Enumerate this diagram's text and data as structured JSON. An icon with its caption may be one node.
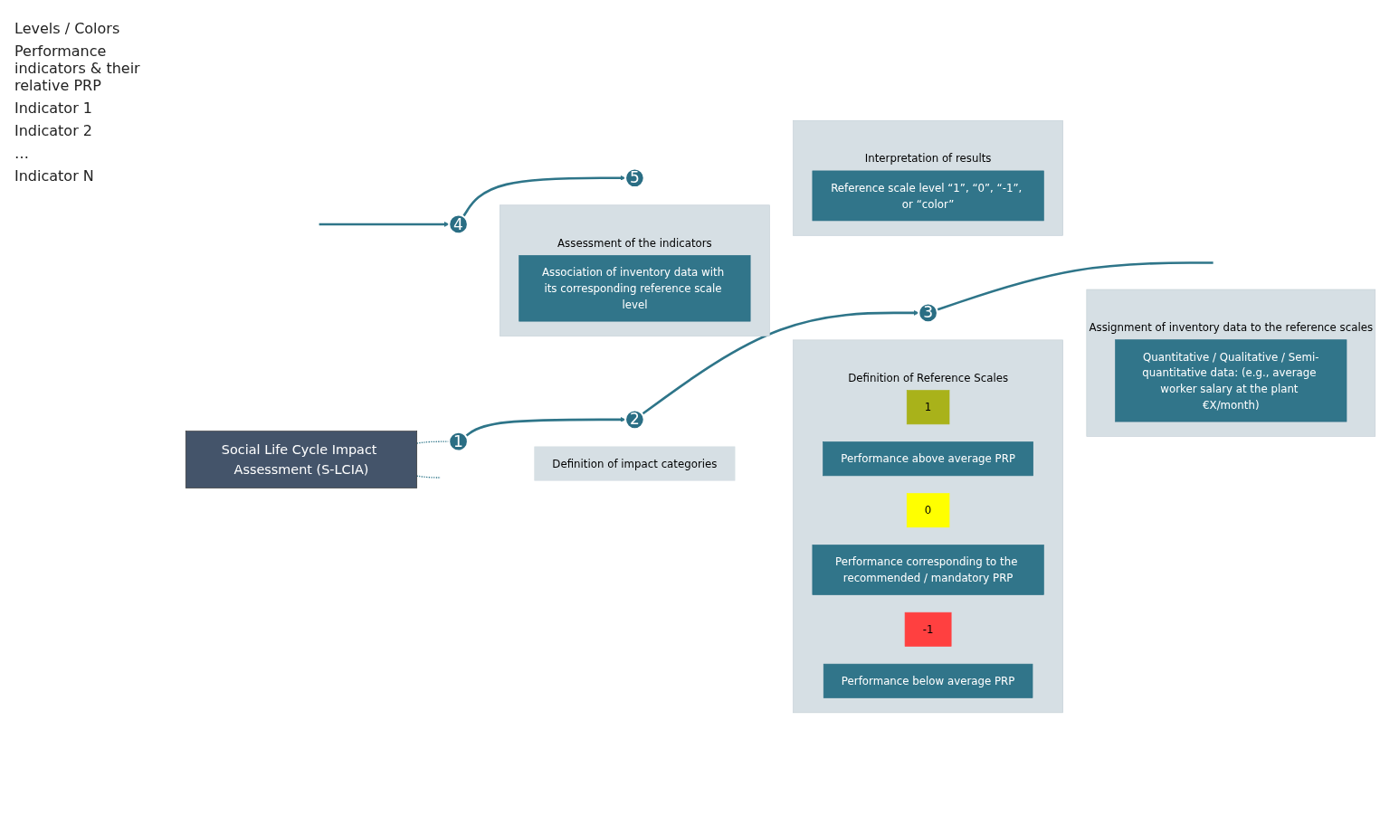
{
  "diagram": {
    "nodes": [
      {
        "text": [
          "Social Life Cycle Impact Assessment (S-LCIA)"
        ]
      },
      {
        "text": [
          "1"
        ]
      },
      {
        "text": [
          "Definition of impact categories"
        ]
      },
      {
        "text": [
          "2"
        ]
      },
      {
        "text": [
          "Definition of Reference Scales"
        ]
      },
      {
        "text": [
          "1"
        ],
        "in": 4
      },
      {
        "text": [
          "Performance above average PRP"
        ],
        "in": 4
      },
      {
        "text": [
          "0"
        ],
        "in": 4
      },
      {
        "text": [
          "Performance corresponding to the recommended / mandatory PRP"
        ],
        "in": 4
      },
      {
        "text": [
          "-1"
        ],
        "in": 4
      },
      {
        "text": [
          "Performance below average PRP"
        ],
        "in": 4
      },
      {
        "text": [
          "3"
        ]
      },
      {
        "text": [
          "Assignment of inventory data to the reference scales"
        ]
      },
      {
        "text": [
          "Quantitative / Qualitative / Semi-quantitative data: (e.g., average worker salary at the plant €X/month)"
        ],
        "in": 12
      },
      {
        "text": [
          "4"
        ]
      },
      {
        "text": [
          "Assessment of the indicators"
        ]
      },
      {
        "text": [
          "Association of inventory data with its corresponding reference scale level"
        ],
        "in": 15
      },
      {
        "text": [
          "5"
        ]
      },
      {
        "text": [
          "Interpretation of results"
        ]
      },
      {
        "text": [
          "Reference scale level “1”, “0”, “-1”, or “color”"
        ],
        "in": 18
      }
    ],
    "edges": [
      {
        "from": 0,
        "to": 1,
        "arrow": "none",
        "style": "dashed"
      },
      {
        "from": 0,
        "to": null,
        "arrow": "none",
        "style": "dashed"
      },
      {
        "from": 1,
        "to": 3,
        "arrow": "to"
      },
      {
        "from": 3,
        "to": 11,
        "arrow": "to"
      },
      {
        "from": 11,
        "to": null,
        "arrow": "none"
      },
      {
        "from": null,
        "to": 14,
        "arrow": "to"
      },
      {
        "from": 14,
        "to": 17,
        "arrow": "to"
      }
    ],
    "labels": [
      "Levels / Colors",
      "Performance indicators & their relative PRP",
      "Indicator 1",
      "Indicator 2",
      "…",
      "Indicator N"
    ]
  }
}
